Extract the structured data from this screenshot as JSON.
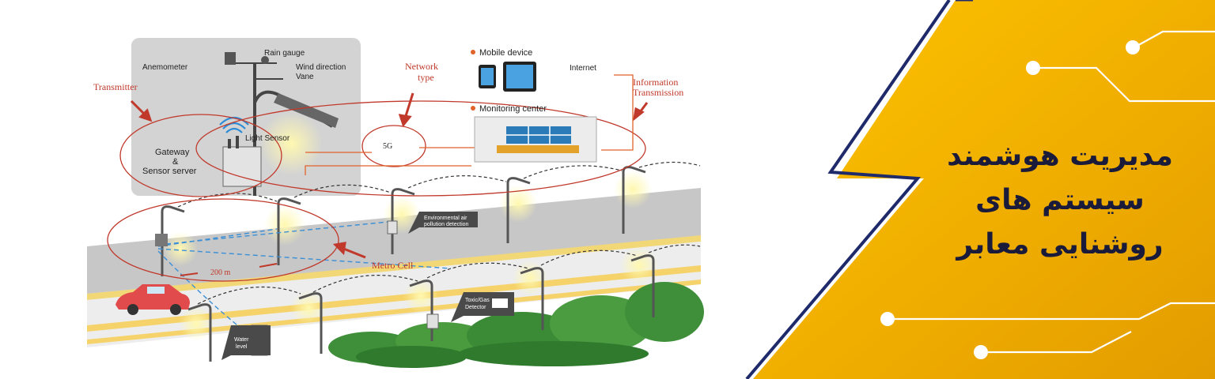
{
  "colors": {
    "banner_gold": "#f5b800",
    "banner_gold_dark": "#e09a00",
    "navy": "#1f2a6b",
    "red": "#c0392b",
    "road": "#c7c7c7",
    "lamp_glow": "#f3ec9a"
  },
  "banner": {
    "title_lines": [
      "مدیریت هوشمند",
      "سیستم های",
      "روشنایی معابر"
    ]
  },
  "diagram": {
    "labels": {
      "rain_gauge": "Rain gauge",
      "anemometer": "Anemometer",
      "wind_direction": "Wind direction",
      "vane": "Vane",
      "transmitter": "Transmitter",
      "light_sensor": "Light Sensor",
      "gateway": "Gateway",
      "amp": "&",
      "sensor_server": "Sensor server",
      "network": "Network",
      "type": "type",
      "five_g": "5G",
      "mobile_device": "Mobile device",
      "internet": "Internet",
      "information": "Information",
      "transmission": "Transmission",
      "monitoring_center": "Monitoring center",
      "env_air_1": "Environmental air",
      "env_air_2": "pollution detection",
      "distance": "200 m",
      "metro_cell": "Metro Cell",
      "toxic_1": "Toxic/Gas",
      "toxic_2": "Detector",
      "water_1": "Water",
      "water_2": "level"
    }
  }
}
